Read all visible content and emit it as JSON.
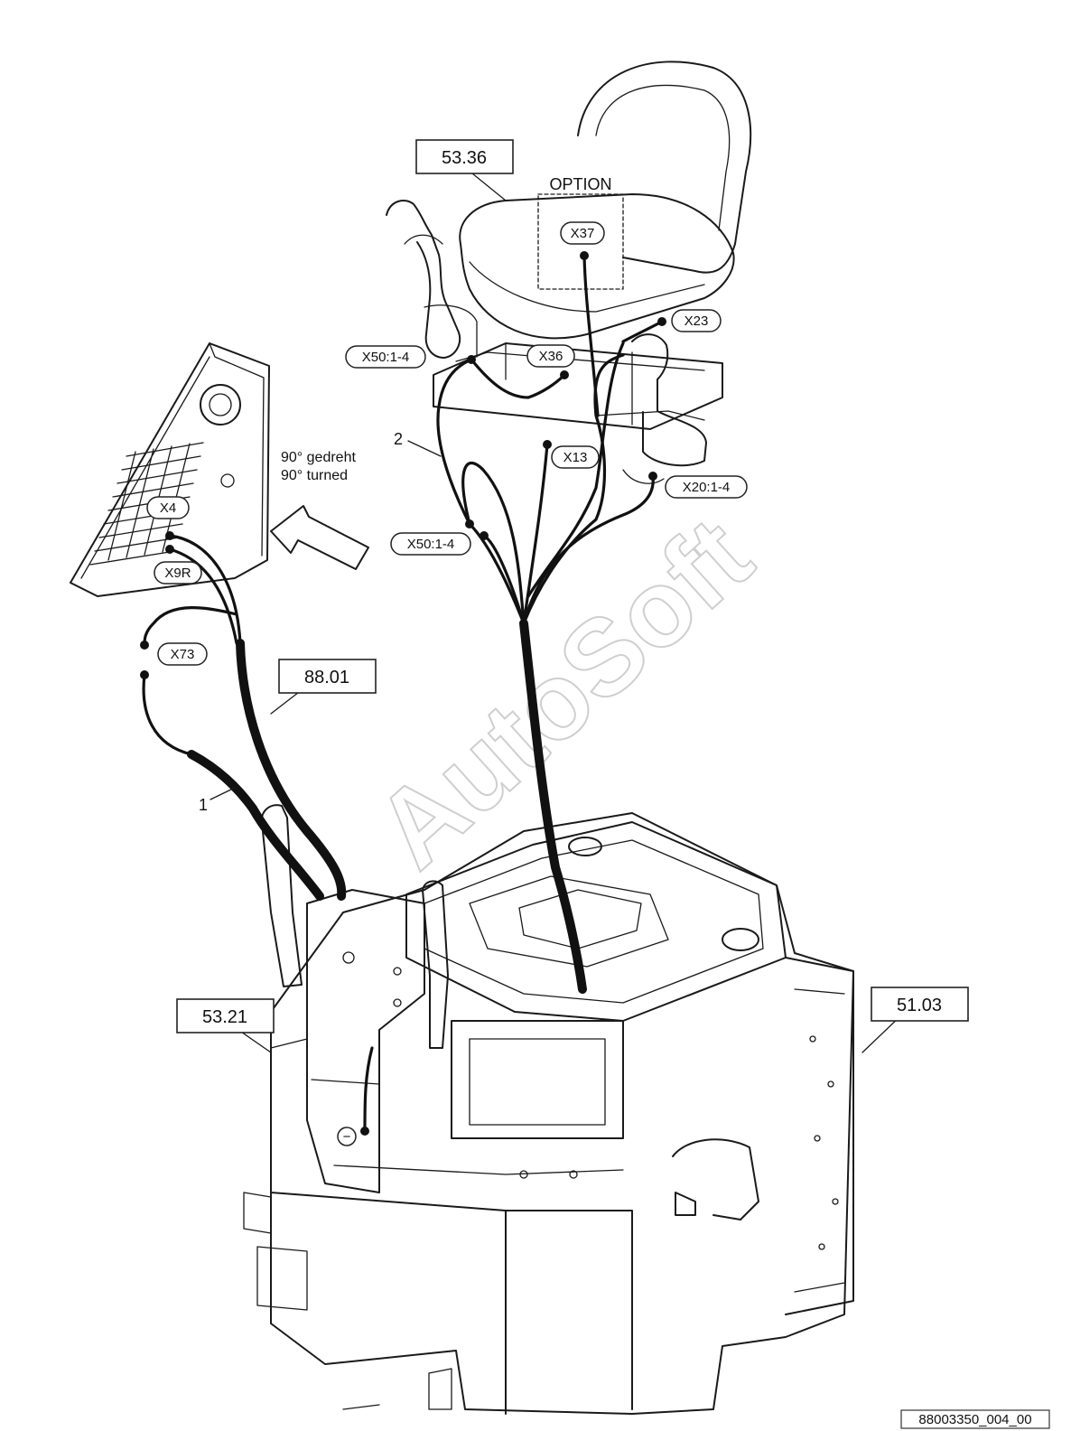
{
  "watermark": "AutoSoft",
  "figure_id": "88003350_004_00",
  "rotation_note": {
    "line1": "90° gedreht",
    "line2": "90° turned"
  },
  "option_label": "OPTION",
  "callouts": {
    "harness_1": "1",
    "harness_2": "2"
  },
  "group_refs": {
    "seat": "53.36",
    "harness": "88.01",
    "console": "53.21",
    "frame": "51.03"
  },
  "connectors": {
    "x37": "X37",
    "x23": "X23",
    "x50_top": "X50:1-4",
    "x36": "X36",
    "x13": "X13",
    "x20": "X20:1-4",
    "x50_mid": "X50:1-4",
    "x4": "X4",
    "x9r": "X9R",
    "x73": "X73",
    "ground": "−"
  }
}
